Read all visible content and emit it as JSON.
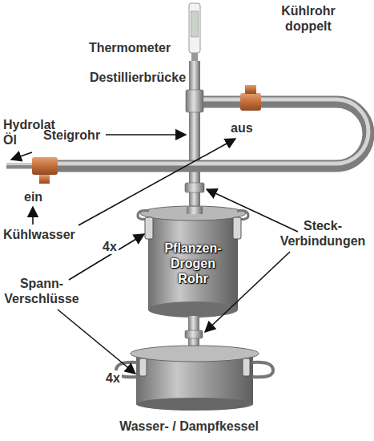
{
  "diagram": {
    "nodes": [
      {
        "text": [
          "Pflanzen- Drogen Rohr"
        ]
      }
    ],
    "labels": [
      "Thermometer",
      "Kühlrohr doppelt",
      "Destillierbrücke",
      "Hydrolat Öl",
      "Steigrohr",
      "aus",
      "ein",
      "Kühlwasser",
      "4x",
      "Steck- Verbindungen",
      "Spann- Verschlüsse",
      "4x",
      "Wasser- / Dampfkessel"
    ]
  }
}
